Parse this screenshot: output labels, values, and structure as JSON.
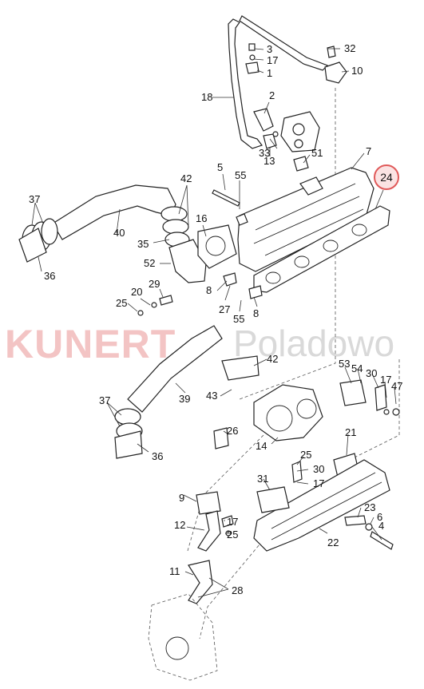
{
  "watermark": {
    "brand": "KUNERT",
    "site": "Poladowo"
  },
  "highlight": {
    "label": "24",
    "color": "#e05a5a"
  },
  "colors": {
    "line": "#222222",
    "watermark_red": "#f3c4c4",
    "watermark_gray": "#d9d9d9"
  },
  "labels": [
    {
      "text": "32"
    },
    {
      "text": "3"
    },
    {
      "text": "17"
    },
    {
      "text": "1"
    },
    {
      "text": "10"
    },
    {
      "text": "18"
    },
    {
      "text": "2"
    },
    {
      "text": "33"
    },
    {
      "text": "13"
    },
    {
      "text": "51"
    },
    {
      "text": "7"
    },
    {
      "text": "5"
    },
    {
      "text": "55"
    },
    {
      "text": "42"
    },
    {
      "text": "37"
    },
    {
      "text": "40"
    },
    {
      "text": "16"
    },
    {
      "text": "35"
    },
    {
      "text": "36"
    },
    {
      "text": "52"
    },
    {
      "text": "8"
    },
    {
      "text": "29"
    },
    {
      "text": "20"
    },
    {
      "text": "25"
    },
    {
      "text": "27"
    },
    {
      "text": "55"
    },
    {
      "text": "8"
    },
    {
      "text": "42"
    },
    {
      "text": "43"
    },
    {
      "text": "39"
    },
    {
      "text": "53"
    },
    {
      "text": "54"
    },
    {
      "text": "30"
    },
    {
      "text": "17"
    },
    {
      "text": "47"
    },
    {
      "text": "37"
    },
    {
      "text": "26"
    },
    {
      "text": "14"
    },
    {
      "text": "36"
    },
    {
      "text": "21"
    },
    {
      "text": "25"
    },
    {
      "text": "31"
    },
    {
      "text": "30"
    },
    {
      "text": "17"
    },
    {
      "text": "9"
    },
    {
      "text": "17"
    },
    {
      "text": "25"
    },
    {
      "text": "12"
    },
    {
      "text": "23"
    },
    {
      "text": "6"
    },
    {
      "text": "4"
    },
    {
      "text": "22"
    },
    {
      "text": "11"
    },
    {
      "text": "28"
    }
  ]
}
